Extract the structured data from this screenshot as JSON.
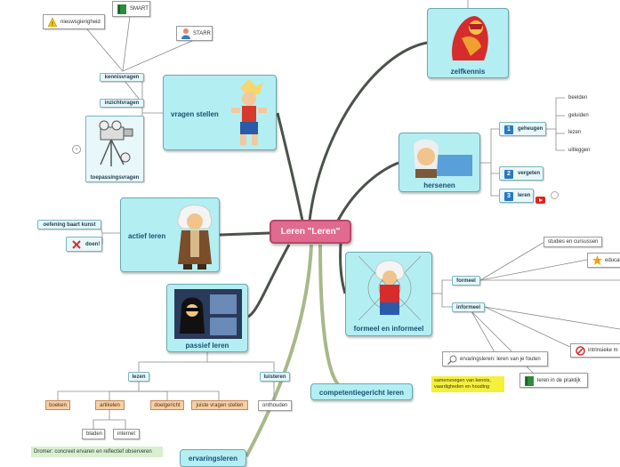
{
  "central": {
    "label": "Leren \"Leren\""
  },
  "topics": {
    "zelfkennis": "zelfkennis",
    "vragen_stellen": "vragen stellen",
    "hersenen": "hersenen",
    "actief_leren": "actief leren",
    "passief_leren": "passief leren",
    "formeel_en_informeel": "formeel en informeel",
    "competentiegericht_leren": "competentiegericht leren",
    "ervaringsleren": "ervaringsleren"
  },
  "vragen": {
    "kennisvragen": "kennisvragen",
    "inzichtvragen": "inzichtvragen",
    "toepassingsvragen": "toepassingsvragen",
    "nieuwsgierigheid": "nieuwsgierigheid",
    "smart": "SMART",
    "starr": "STARR"
  },
  "hersenen": {
    "geheugen": {
      "num": "1",
      "label": "geheugen"
    },
    "vergeten": {
      "num": "2",
      "label": "vergeten"
    },
    "leren": {
      "num": "3",
      "label": "leren"
    },
    "geheugen_items": [
      "beelden",
      "geluiden",
      "lezen",
      "uitleggen"
    ]
  },
  "actief": {
    "oefening": "oefening baart kunst",
    "doen": "doen!"
  },
  "passief": {
    "lezen": "lezen",
    "luisteren": "luisteren",
    "boeken": "boeken",
    "artikelen": "artikelen",
    "doelgericht": "doelgericht",
    "juiste_vragen": "juiste vragen stellen",
    "onthouden": "onthouden",
    "bladen": "bladen",
    "internet": "internet"
  },
  "formeel": {
    "formeel": "formeel",
    "informeel": "informeel",
    "studies": "studies en cursussen",
    "educatie": "educat",
    "intrinsieke": "intrinsieke m",
    "ervaringsleren_fouten": "ervaringsleren: leren van je fouten",
    "leren_in_praktijk": "leren in de praktijk"
  },
  "competentie": {
    "note": "samenvoegen van kennis, vaardigheden en houding"
  },
  "ervaring": {
    "note": "Dromer: concreet ervaren en reflectief observeren"
  },
  "colors": {
    "central": "#e06b8f",
    "topic": "#b3eef2",
    "branch_dark": "#3d4a3d",
    "branch_light": "#a8b88a",
    "note_yellow": "#f5f03a",
    "note_green": "#d8f0cf"
  },
  "collapse_glyph": "+"
}
